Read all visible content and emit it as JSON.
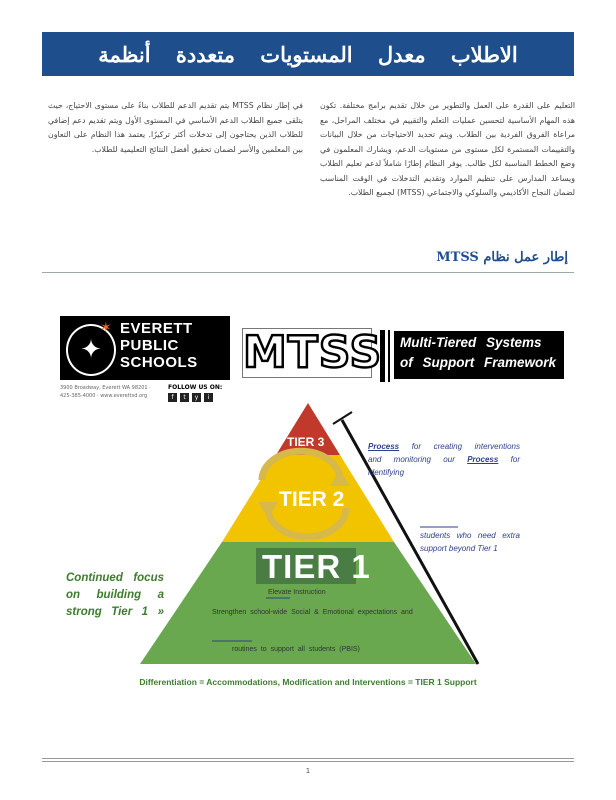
{
  "banner": {
    "title": "الاطلاب معدل المستويات متعددة أنظمة"
  },
  "body": {
    "col_right": "التعليم على القدرة على العمل والتطوير من خلال تقديم برامج مختلفة. تكون هذه المهام الأساسية لتحسين عمليات التعلم والتقييم في مختلف المراحل، مع مراعاة الفروق الفردية بين الطلاب. ويتم تحديد الاحتياجات من خلال البيانات والتقييمات المستمرة لكل مستوى من مستويات الدعم، ويشارك المعلمون في وضع الخطط المناسبة لكل طالب. يوفر النظام إطارًا شاملاً لدعم تعليم الطلاب ويساعد المدارس على تنظيم الموارد وتقديم التدخلات في الوقت المناسب لضمان النجاح الأكاديمي والسلوكي والاجتماعي (MTSS) لجميع الطلاب.",
    "col_left": "في إطار نظام MTSS يتم تقديم الدعم للطلاب بناءً على مستوى الاحتياج، حيث يتلقى جميع الطلاب الدعم الأساسي في المستوى الأول ويتم تقديم دعم إضافي للطلاب الذين يحتاجون إلى تدخلات أكثر تركيزًا. يعتمد هذا النظام على التعاون بين المعلمين والأسر لضمان تحقيق أفضل النتائج التعليمية للطلاب."
  },
  "section": {
    "heading": "إطار عمل نظام MTSS"
  },
  "logo": {
    "line1": "EVERETT",
    "line2": "PUBLIC",
    "line3": "SCHOOLS",
    "info": "3900 Broadway, Everett WA 98201 · 425-385-4000 · www.everettsd.org",
    "follow_label": "FOLLOW US ON:",
    "social": [
      "f",
      "t",
      "y",
      "i"
    ]
  },
  "mtss": {
    "title": "MTSS",
    "framework_line1": "Multi-Tiered Systems",
    "framework_line2": "of Support Framework"
  },
  "pyramid": {
    "tier3": "TIER 3",
    "tier2": "TIER 2",
    "tier1": "TIER 1",
    "process_word": "Process",
    "process_top": "for creating interventions and monitoring our",
    "process_word2": "Process",
    "process_top2": "for identifying",
    "support_tier2": "students who need extra support beyond Tier 1",
    "continued": "Continued focus on building a strong Tier 1 »",
    "elevate": "Elevate Instruction",
    "strengthen": "Strengthen school-wide Social & Emotional expectations and",
    "routines": "routines to support all students (PBIS)",
    "colors": {
      "tier3": "#c0392b",
      "tier2": "#f2c400",
      "tier1": "#6aa84f",
      "arrow": "#d6b94a"
    }
  },
  "differentiation": "Differentiation = Accommodations, Modification and Interventions = TIER 1 Support",
  "footer": {
    "page": "1"
  }
}
